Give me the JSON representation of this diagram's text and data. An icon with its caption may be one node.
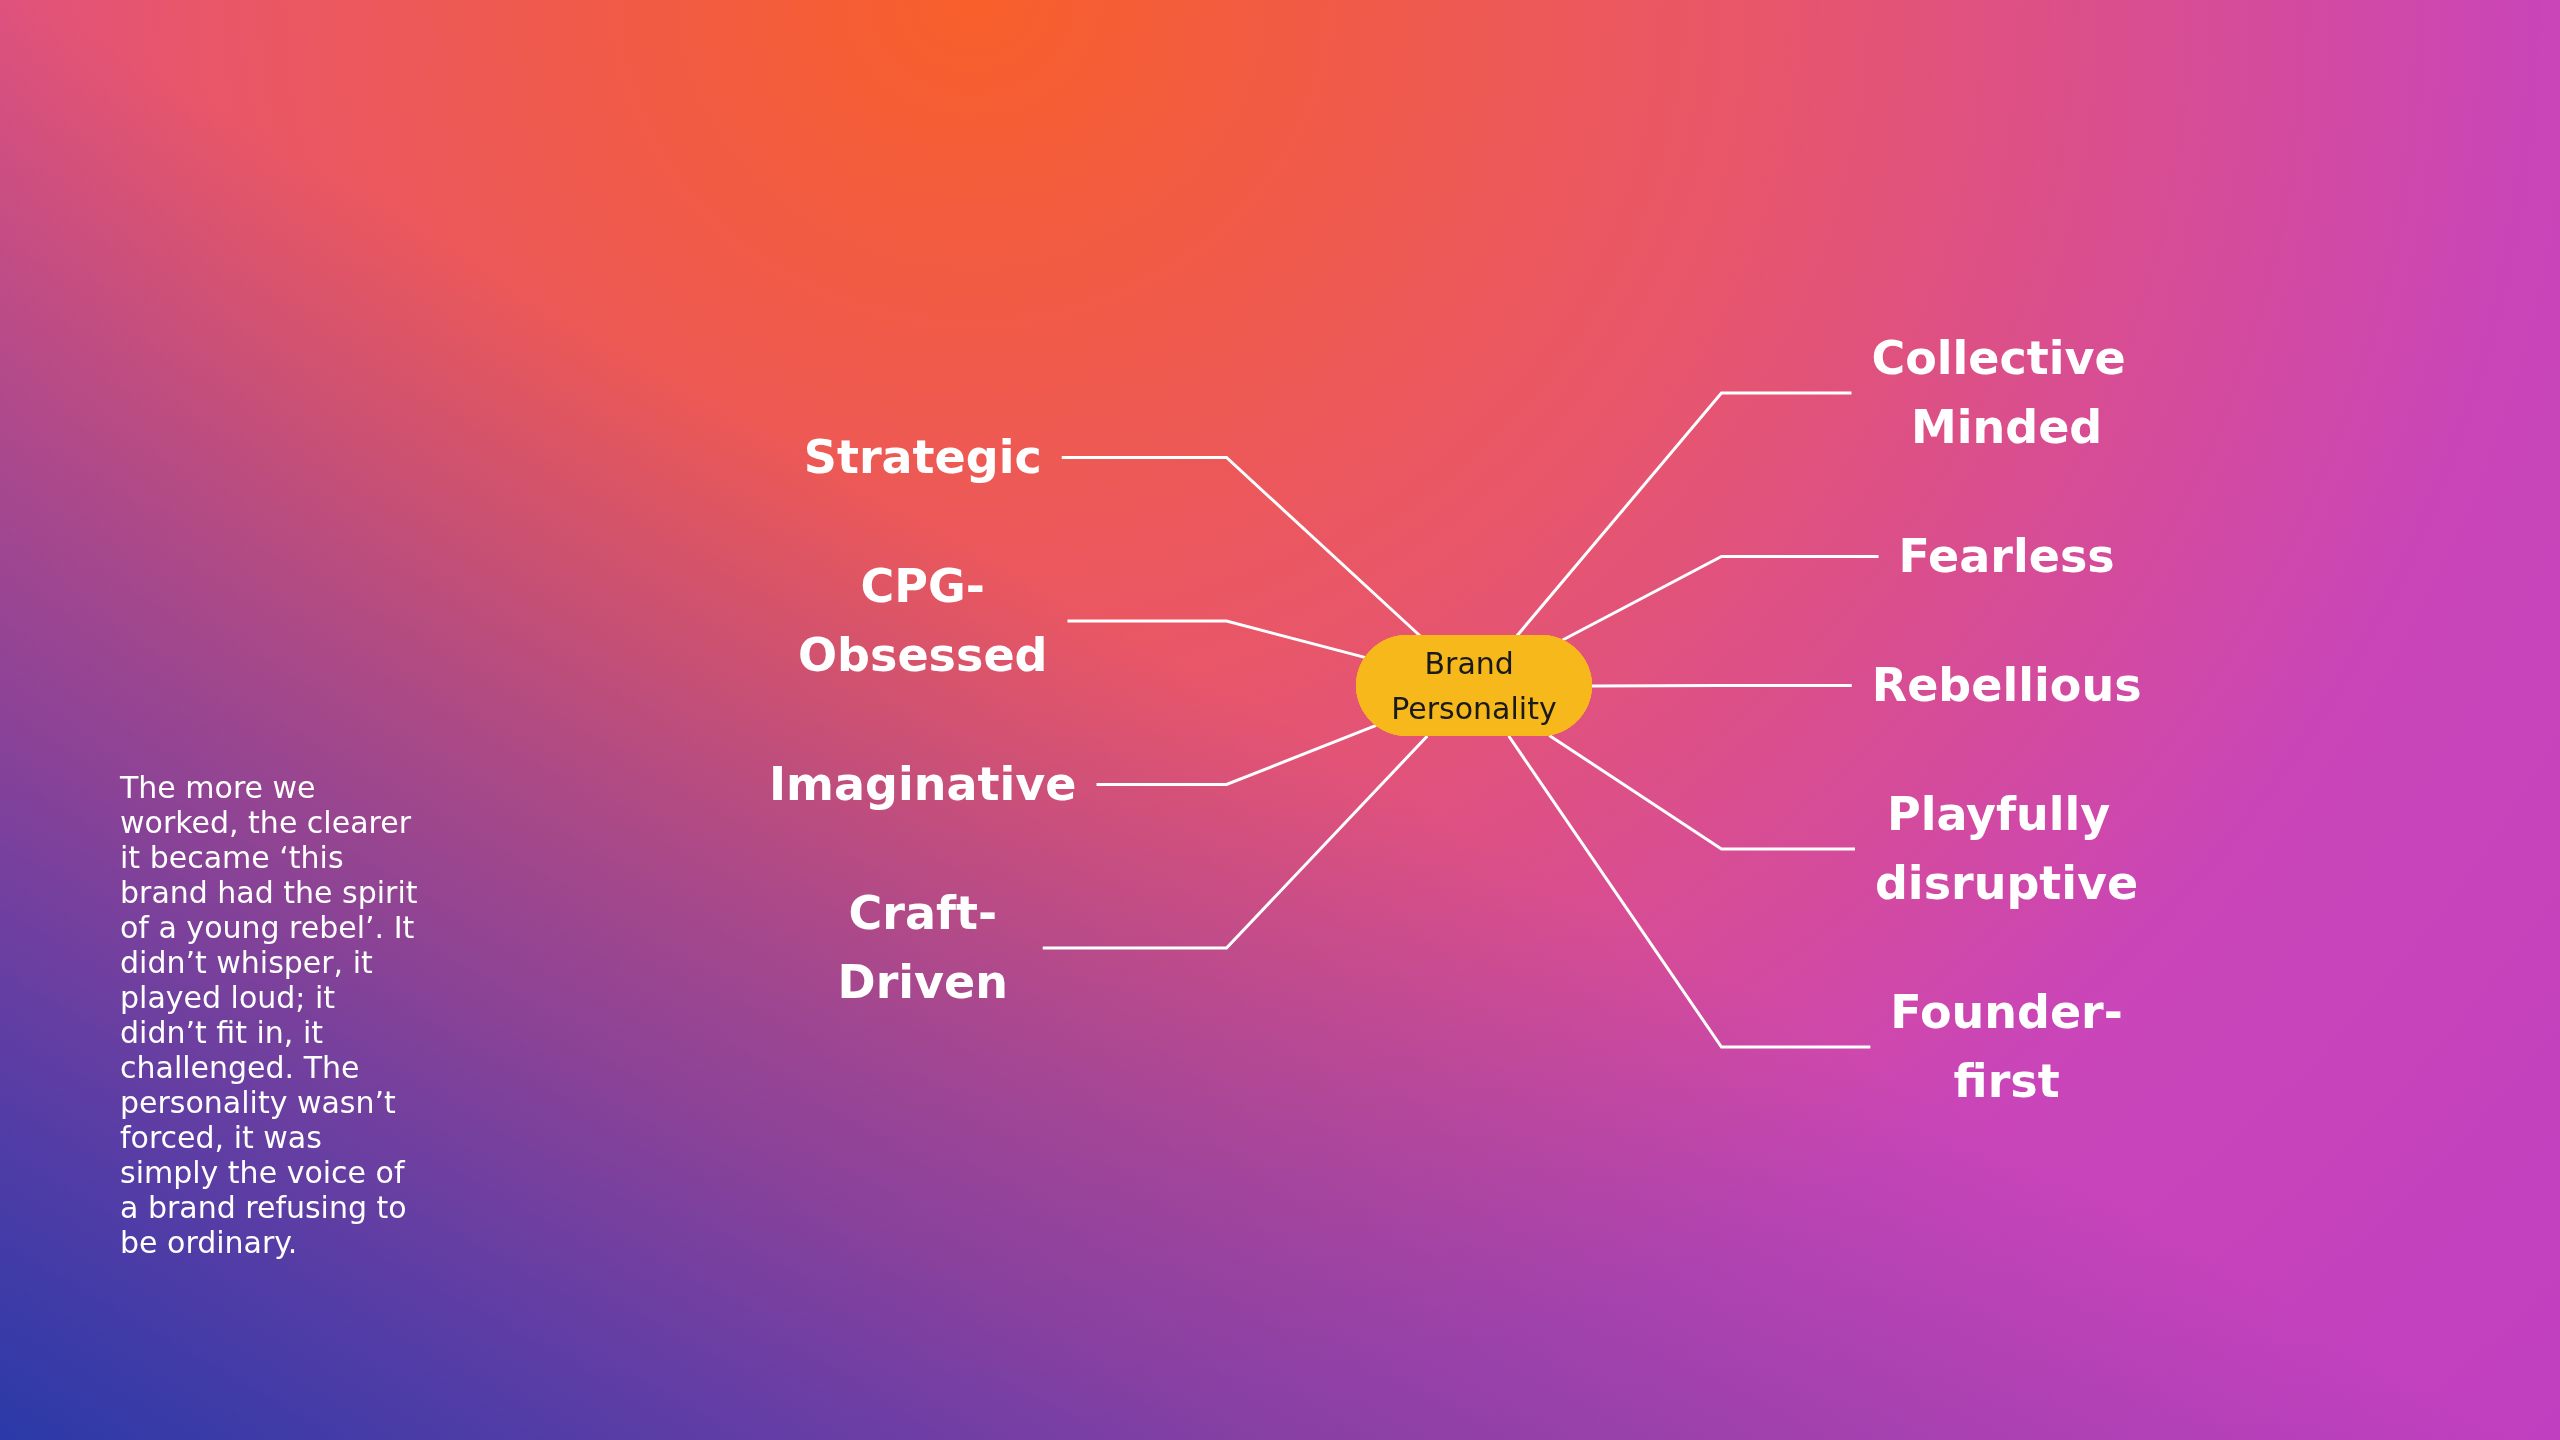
{
  "diagram": {
    "nodes": [
      {
        "text": [
          "Strategic"
        ]
      },
      {
        "text": [
          "Collective Minded"
        ]
      },
      {
        "text": [
          "CPG-Obsessed"
        ]
      },
      {
        "text": [
          "Fearless"
        ]
      },
      {
        "text": [
          "Rebellious"
        ]
      },
      {
        "text": [
          "Brand Personality"
        ]
      },
      {
        "text": [
          "Imaginative"
        ]
      },
      {
        "text": [
          "Playfully disruptive"
        ]
      },
      {
        "text": [
          "Founder-first"
        ]
      },
      {
        "text": [
          "Craft-Driven"
        ]
      }
    ],
    "edges": [
      {
        "from": 0,
        "to": 5,
        "arrow": "none"
      },
      {
        "from": 5,
        "to": 1,
        "arrow": "none"
      },
      {
        "from": 2,
        "to": 5,
        "arrow": "none"
      },
      {
        "from": 5,
        "to": 3,
        "arrow": "none"
      },
      {
        "from": 5,
        "to": 4,
        "arrow": "none"
      },
      {
        "from": 6,
        "to": 5,
        "arrow": "none"
      },
      {
        "from": 5,
        "to": 7,
        "arrow": "none"
      },
      {
        "from": 5,
        "to": 8,
        "arrow": "none"
      },
      {
        "from": 9,
        "to": 5,
        "arrow": "none"
      }
    ],
    "labels": [
      "The more we worked, the clearer it became ‘this brand had the spirit of a young rebel’. It didn’t whisper, it played loud; it didn’t fit in, it challenged. The personality wasn’t forced, it was simply the voice of a brand refusing to be ordinary."
    ]
  }
}
